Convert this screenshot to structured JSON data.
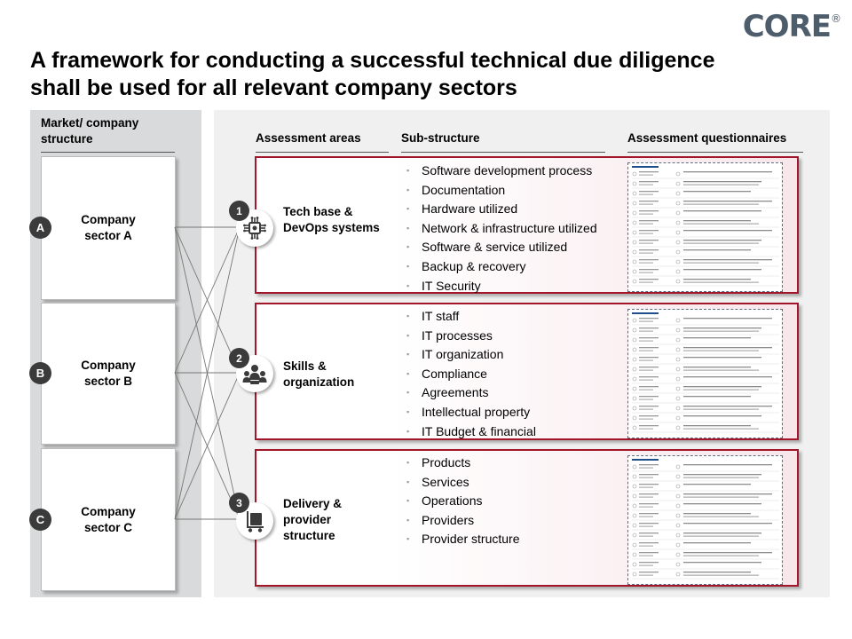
{
  "logo": {
    "text": "CORE",
    "mark": "®"
  },
  "title": "A framework for conducting a successful technical due diligence shall be used for all relevant company sectors",
  "left": {
    "header": "Market/ company structure",
    "sectors": [
      {
        "letter": "A",
        "label": "Company sector A"
      },
      {
        "letter": "B",
        "label": "Company sector B"
      },
      {
        "letter": "C",
        "label": "Company sector C"
      }
    ]
  },
  "columns": {
    "areas": "Assessment areas",
    "sub": "Sub-structure",
    "questionnaires": "Assessment questionnaires"
  },
  "areas": [
    {
      "number": "1",
      "label": "Tech base & DevOps systems",
      "icon": "chip-icon",
      "items": [
        "Software development process",
        "Documentation",
        "Hardware utilized",
        "Network & infrastructure utilized",
        "Software & service utilized",
        "Backup & recovery",
        "IT Security"
      ]
    },
    {
      "number": "2",
      "label": "Skills & organization",
      "icon": "people-icon",
      "items": [
        "IT staff",
        "IT processes",
        "IT organization",
        "Compliance",
        "Agreements",
        "Intellectual property",
        "IT Budget & financial"
      ]
    },
    {
      "number": "3",
      "label": "Delivery & provider structure",
      "icon": "delivery-cart-icon",
      "items": [
        "Products",
        "Services",
        "Operations",
        "Providers",
        "Provider structure"
      ]
    }
  ],
  "colors": {
    "accent": "#a3162a",
    "dark": "#3b3b3b",
    "logo": "#4e5d6c",
    "panel_left": "#d9dadb",
    "panel_right": "#f0f0f0"
  }
}
